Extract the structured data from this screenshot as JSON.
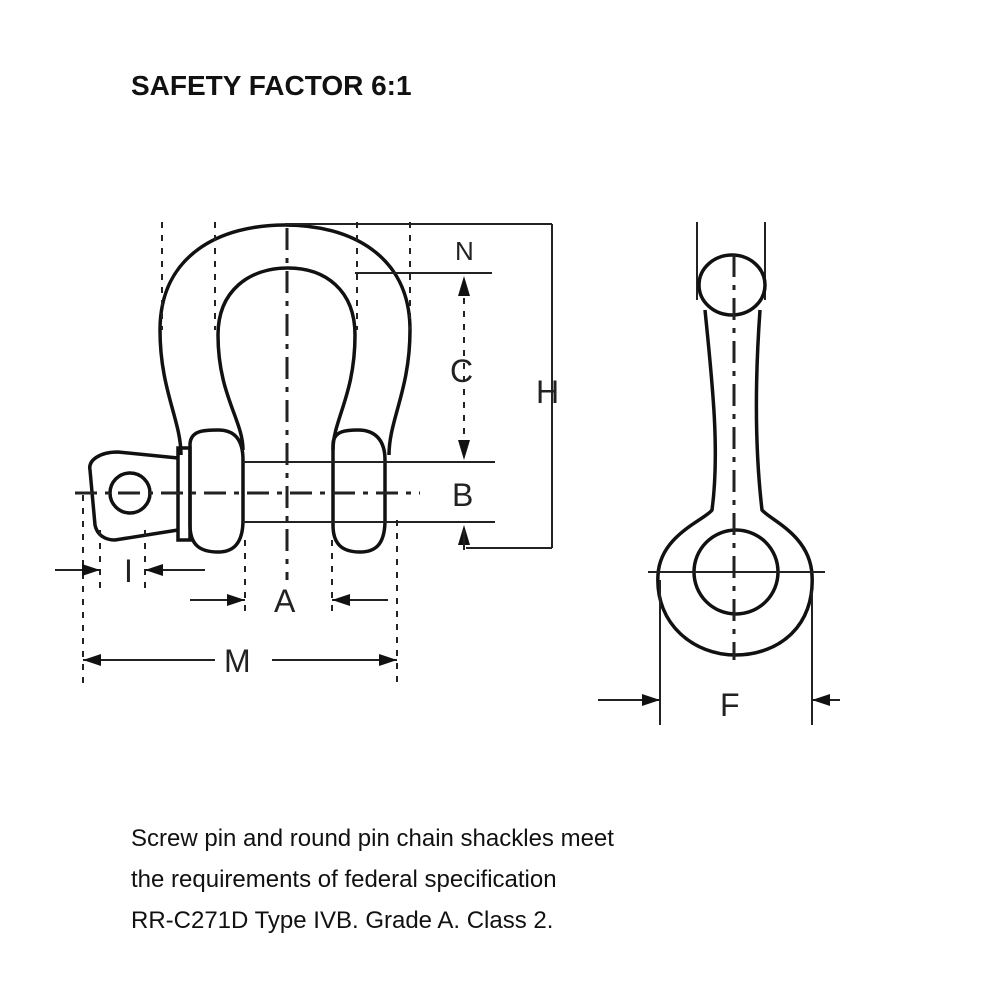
{
  "header": {
    "title": "SAFETY FACTOR 6:1"
  },
  "diagram": {
    "labels": {
      "N": "N",
      "C": "C",
      "H": "H",
      "B": "B",
      "I": "I",
      "A": "A",
      "M": "M",
      "F": "F"
    }
  },
  "caption": {
    "lines": [
      "Screw pin and round pin chain shackles meet",
      "the requirements of federal specification",
      "RR-C271D Type IVB. Grade A. Class 2."
    ]
  }
}
